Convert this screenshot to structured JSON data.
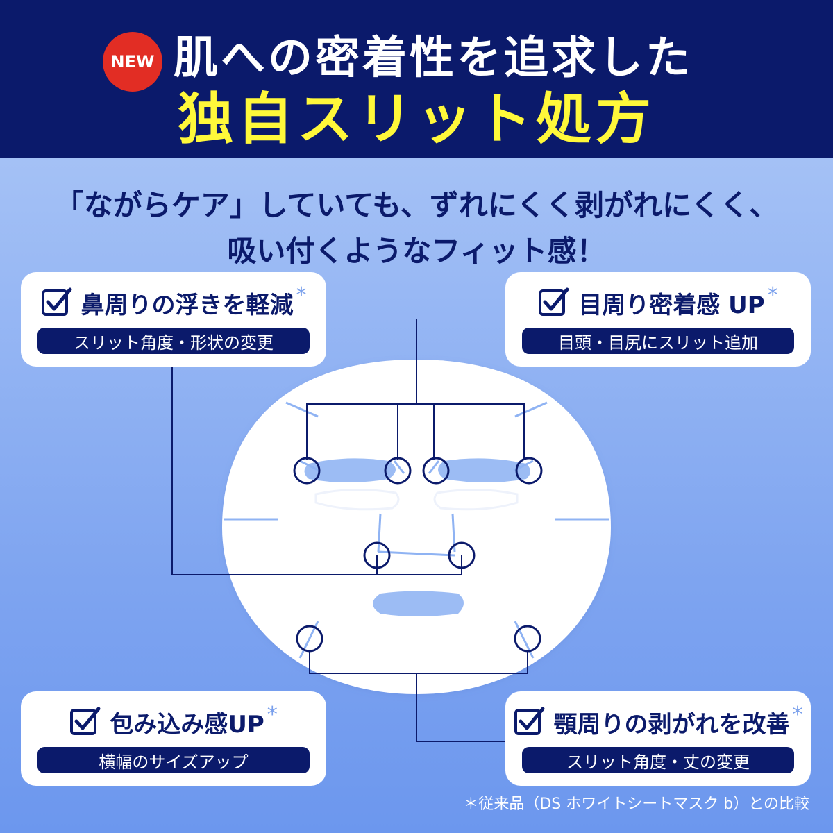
{
  "header": {
    "badge": "NEW",
    "line1": "肌への密着性を追求した",
    "line2": "独自スリット処方"
  },
  "intro": {
    "line1": "「ながらケア」していても、ずれにくく剥がれにくく、",
    "line2": "吸い付くようなフィット感！"
  },
  "cards": [
    {
      "title": "鼻周りの浮きを軽減",
      "pill": "スリット角度・形状の変更"
    },
    {
      "title": "目周り密着感 UP",
      "pill": "目頭・目尻にスリット追加"
    },
    {
      "title": "包み込み感UP",
      "pill": "横幅のサイズアップ"
    },
    {
      "title": "顎周りの剥がれを改善",
      "pill": "スリット角度・丈の変更"
    }
  ],
  "asterisk": "*",
  "footnote": "＊従来品（DS ホワイトシートマスク b）との比較",
  "colors": {
    "navy": "#0b1a6b",
    "yellow": "#fff83a",
    "badge_red": "#e22d24",
    "slit_blue": "#8fb3f3"
  },
  "icons": [
    "check-box-icon",
    "face-mask-sheet"
  ]
}
